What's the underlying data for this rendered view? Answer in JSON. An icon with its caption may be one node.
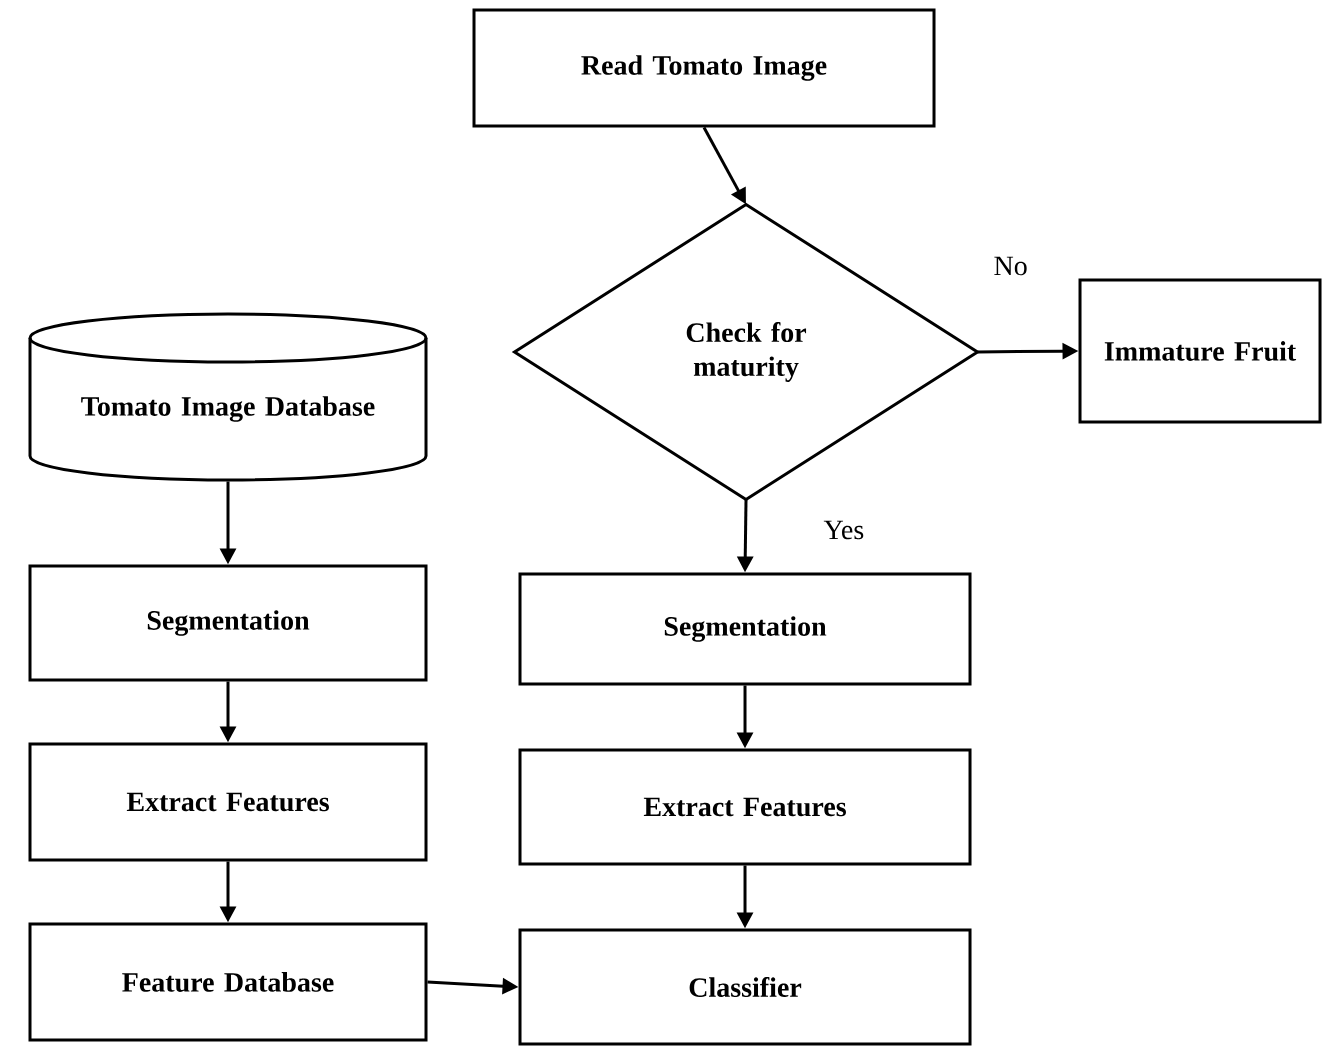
{
  "diagram": {
    "nodes": [
      {
        "text": [
          "Read Tomato Image"
        ]
      },
      {
        "text": [
          "Check for maturity"
        ]
      },
      {
        "text": [
          "Immature Fruit"
        ]
      },
      {
        "text": [
          "Tomato Image Database"
        ]
      },
      {
        "text": [
          "Segmentation"
        ]
      },
      {
        "text": [
          "Extract Features"
        ]
      },
      {
        "text": [
          "Feature Database"
        ]
      },
      {
        "text": [
          "Segmentation"
        ]
      },
      {
        "text": [
          "Extract Features"
        ]
      },
      {
        "text": [
          "Classifier"
        ]
      }
    ],
    "edges": [
      {
        "from": 0,
        "to": 1,
        "arrow": "to"
      },
      {
        "from": 1,
        "to": 2,
        "arrow": "to",
        "label": "No"
      },
      {
        "from": 1,
        "to": 7,
        "arrow": "to",
        "label": "Yes"
      },
      {
        "from": 3,
        "to": 4,
        "arrow": "to"
      },
      {
        "from": 4,
        "to": 5,
        "arrow": "to"
      },
      {
        "from": 5,
        "to": 6,
        "arrow": "to"
      },
      {
        "from": 6,
        "to": 9,
        "arrow": "to"
      },
      {
        "from": 7,
        "to": 8,
        "arrow": "to"
      },
      {
        "from": 8,
        "to": 9,
        "arrow": "to"
      }
    ]
  }
}
